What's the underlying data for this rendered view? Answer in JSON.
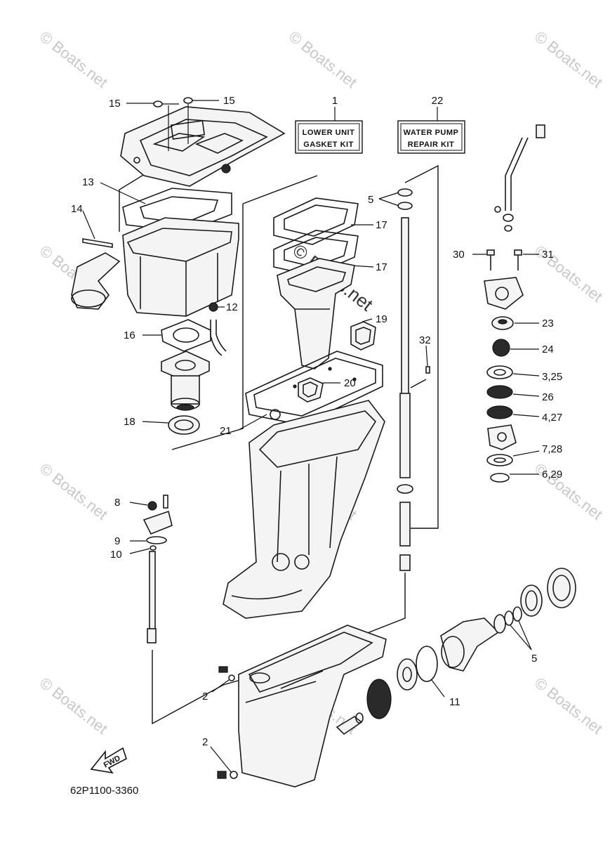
{
  "diagram_code": "62P1100-3360",
  "watermark": "© Boats.net",
  "fwd_label": "FWD",
  "kits": [
    {
      "number": "1",
      "line1": "LOWER UNIT",
      "line2": "GASKET KIT"
    },
    {
      "number": "22",
      "line1": "WATER PUMP",
      "line2": "REPAIR KIT"
    }
  ],
  "callouts": [
    "15",
    "15",
    "13",
    "14",
    "12",
    "16",
    "18",
    "17",
    "17",
    "19",
    "20",
    "21",
    "5",
    "32",
    "30",
    "31",
    "23",
    "24",
    "3,25",
    "26",
    "4,27",
    "7,28",
    "6,29",
    "8",
    "9",
    "10",
    "2",
    "2",
    "11",
    "5"
  ]
}
